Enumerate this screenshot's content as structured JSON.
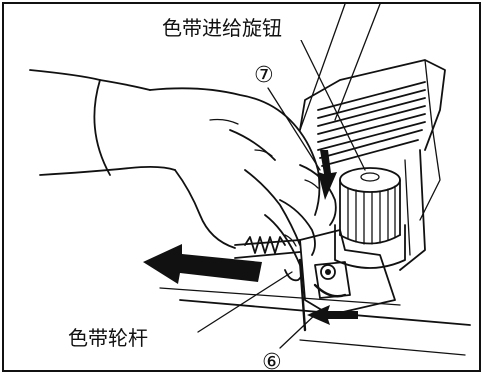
{
  "labels": {
    "top_label": "色带进给旋钮",
    "bottom_label": "色带轮杆",
    "callout_7": "⑦",
    "callout_6": "⑥"
  }
}
